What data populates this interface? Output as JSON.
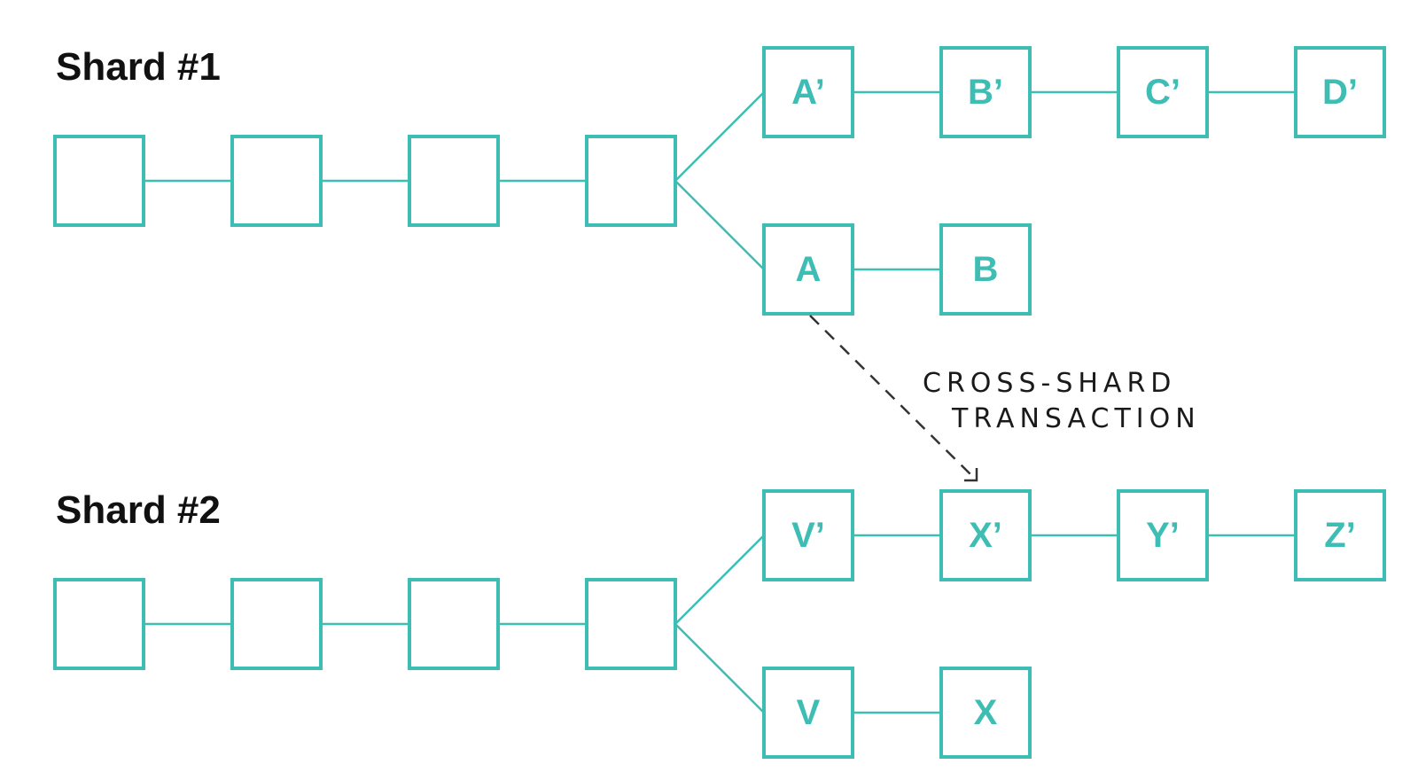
{
  "colors": {
    "accent": "#3ebdb5",
    "text": "#111111",
    "arrow": "#333333"
  },
  "shards": [
    {
      "title": "Shard #1",
      "upper_branch": [
        "A’",
        "B’",
        "C’",
        "D’"
      ],
      "lower_branch": [
        "A",
        "B"
      ]
    },
    {
      "title": "Shard #2",
      "upper_branch": [
        "V’",
        "X’",
        "Y’",
        "Z’"
      ],
      "lower_branch": [
        "V",
        "X"
      ]
    }
  ],
  "cross_shard": {
    "label_line1": "CROSS-SHARD",
    "label_line2": "TRANSACTION",
    "from": "A",
    "to": "X’"
  }
}
